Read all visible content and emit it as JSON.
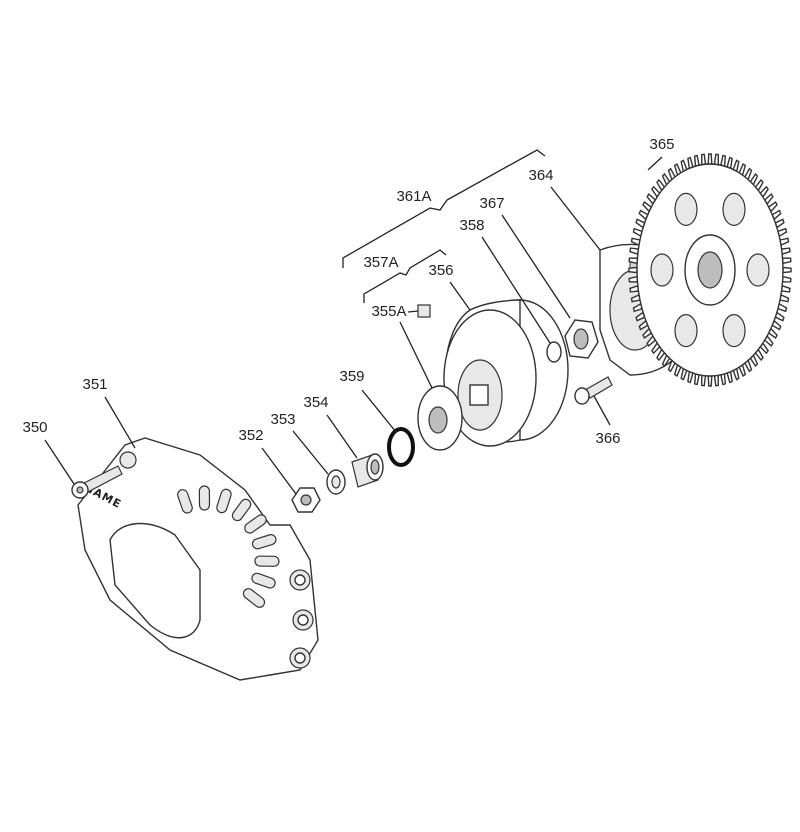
{
  "logo_text": "IAME",
  "labels": {
    "p350": "350",
    "p351": "351",
    "p352": "352",
    "p353": "353",
    "p354": "354",
    "p355A": "355A",
    "p356": "356",
    "p357A": "357A",
    "p358": "358",
    "p359": "359",
    "p361A": "361A",
    "p364": "364",
    "p365": "365",
    "p366": "366",
    "p367": "367"
  },
  "gear_teeth": 72
}
